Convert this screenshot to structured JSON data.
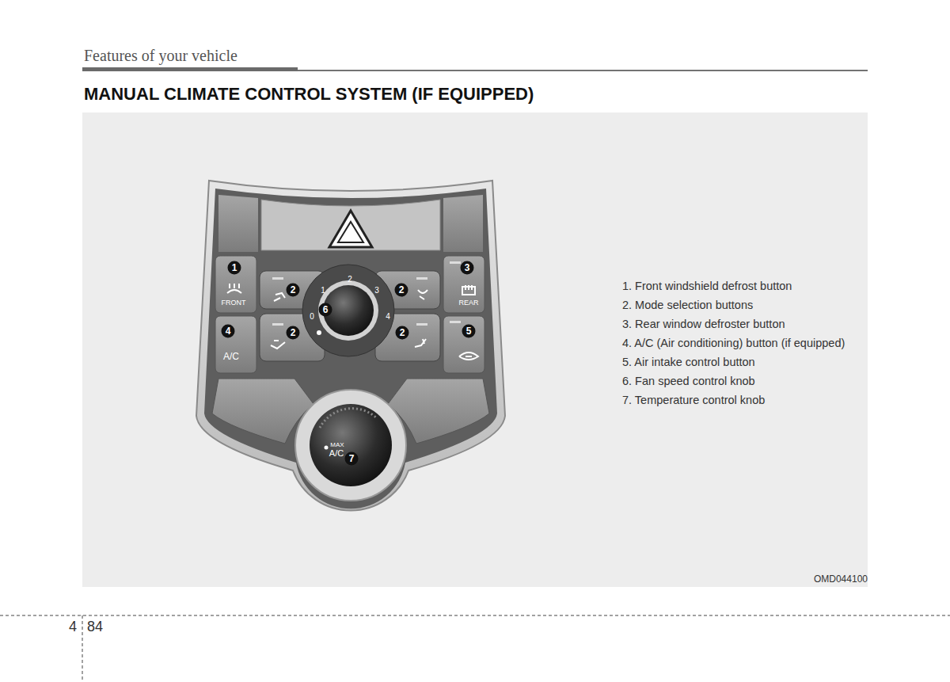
{
  "diagram": {
    "title": "MANUAL CLIMATE CONTROL SYSTEM (IF EQUIPPED)",
    "labels": [
      "Features of your vehicle",
      "1",
      "FRONT",
      "2",
      "2",
      "3",
      "REAR",
      "2",
      "2",
      "4",
      "A/C",
      "5",
      "6",
      "0",
      "1",
      "2",
      "3",
      "4",
      "MAX",
      "A/C",
      "7",
      "1. Front windshield defrost button",
      "2. Mode selection buttons",
      "3. Rear window defroster button",
      "4. A/C (Air conditioning) button (if equipped)",
      "5. Air intake control button",
      "6. Fan speed control knob",
      "7. Temperature control knob",
      "OMD044100",
      "4",
      "84"
    ]
  }
}
